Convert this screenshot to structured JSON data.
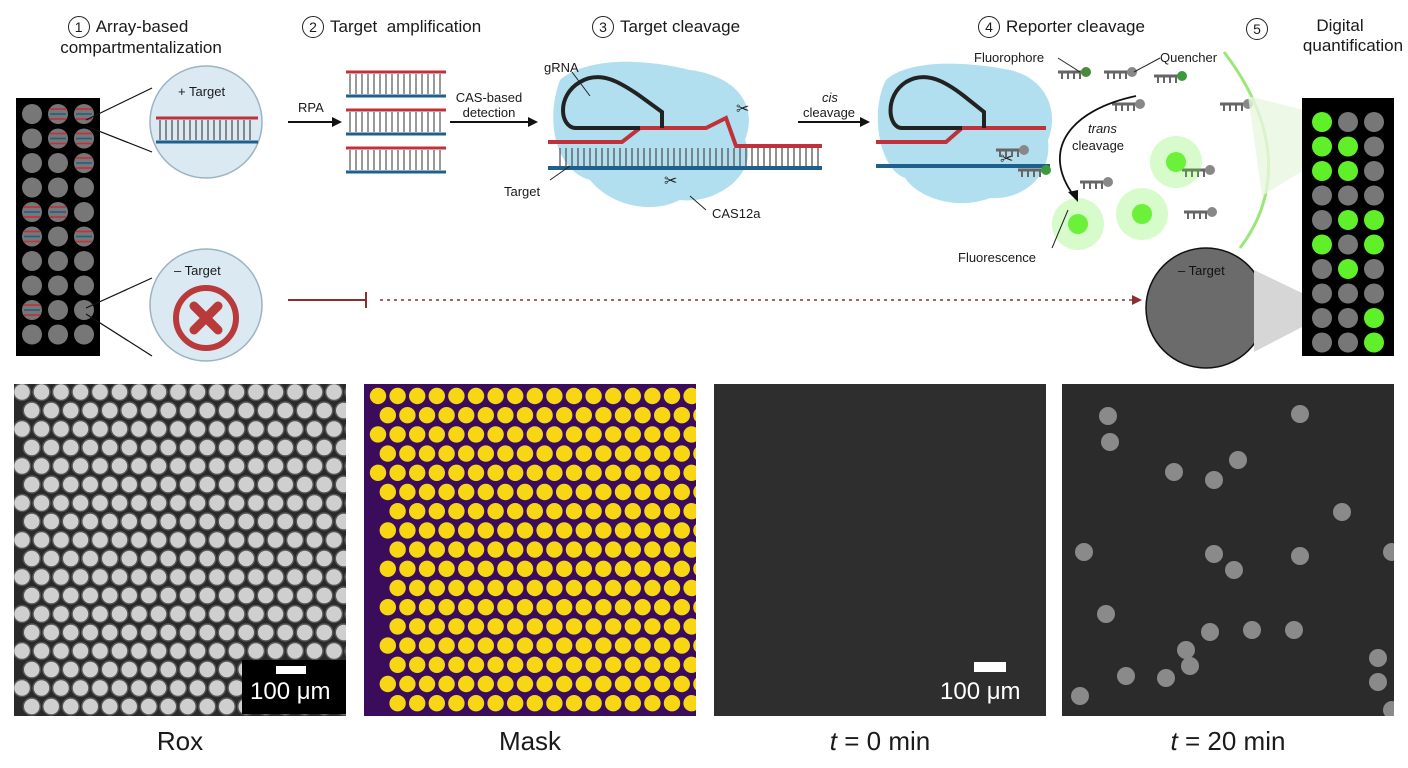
{
  "steps": [
    {
      "num": "1",
      "line1": "Array-based",
      "line2": "compartmentalization"
    },
    {
      "num": "2",
      "line1": "Target  amplification"
    },
    {
      "num": "3",
      "line1": "Target cleavage"
    },
    {
      "num": "4",
      "line1": "Reporter cleavage"
    },
    {
      "num": "5",
      "line1": "Digital",
      "line2": "quantification"
    }
  ],
  "labels": {
    "plus_target": "+ Target",
    "minus_target": "– Target",
    "minus_target_right": "– Target",
    "rpa": "RPA",
    "cas_detection": "CAS-based\ndetection",
    "grna": "gRNA",
    "target": "Target",
    "cas12a": "CAS12a",
    "cis": "cis",
    "cis_cleavage": "cleavage",
    "fluorophore": "Fluorophore",
    "quencher": "Quencher",
    "trans": "trans",
    "trans_cleavage": "cleavage",
    "fluorescence": "Fluorescence"
  },
  "panels": [
    {
      "caption": "Rox",
      "scalebar": "100 μm"
    },
    {
      "caption": "Mask"
    },
    {
      "caption_italic": "t",
      "caption_rest": " = 0 min",
      "scalebar": "100 μm"
    },
    {
      "caption_italic": "t",
      "caption_rest": " = 20 min"
    }
  ],
  "colors": {
    "red_strand": "#c0313a",
    "blue_strand": "#1f5f8b",
    "protein": "#a9dcee",
    "green": "#5ff02a",
    "mask_bg": "#3b0b5c",
    "mask_dot": "#f7d614",
    "dark_well": "#6b6b6b"
  }
}
